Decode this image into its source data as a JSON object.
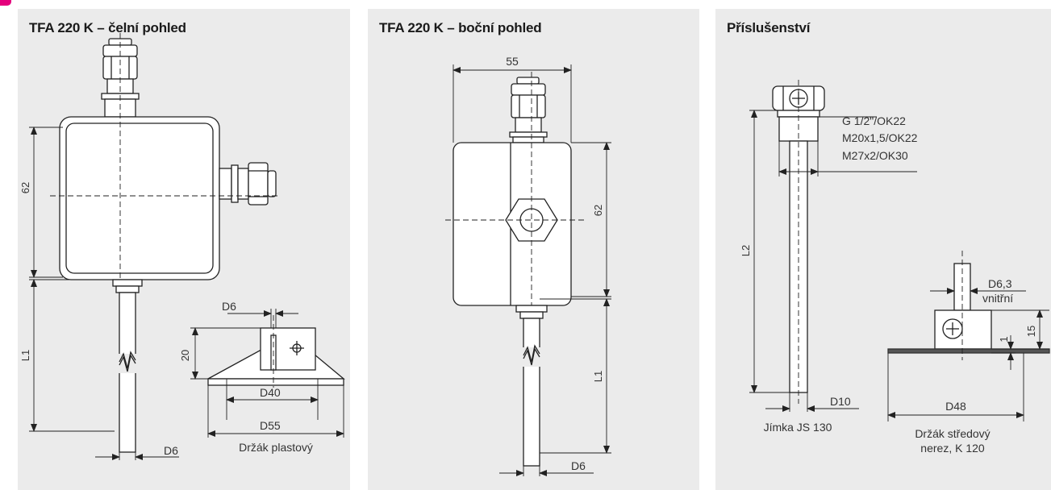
{
  "panels": [
    {
      "title": "TFA 220 K – čelní pohled",
      "labels": {
        "dim_62": "62",
        "dim_l1": "L1",
        "dim_d6_bottom": "D6",
        "holder_d6": "D6",
        "holder_20": "20",
        "holder_d40": "D40",
        "holder_d55": "D55",
        "holder_caption": "Držák plastový"
      }
    },
    {
      "title": "TFA 220 K – boční pohled",
      "labels": {
        "dim_55": "55",
        "dim_62": "62",
        "dim_l1": "L1",
        "dim_d6": "D6"
      }
    },
    {
      "title": "Příslušenství",
      "labels": {
        "thread_1": "G 1/2\"/OK22",
        "thread_2": "M20x1,5/OK22",
        "thread_3": "M27x2/OK30",
        "dim_l2": "L2",
        "dim_d10": "D10",
        "well_caption": "Jímka JS 130",
        "d63": "D6,3",
        "d63_note": "vnitřní",
        "dim_1": "1",
        "dim_15": "15",
        "dim_d48": "D48",
        "holder_caption_1": "Držák středový",
        "holder_caption_2": "nerez, K 120"
      }
    }
  ],
  "colors": {
    "panel_bg": "#ebebeb",
    "accent": "#e4007c",
    "line": "#222222"
  }
}
